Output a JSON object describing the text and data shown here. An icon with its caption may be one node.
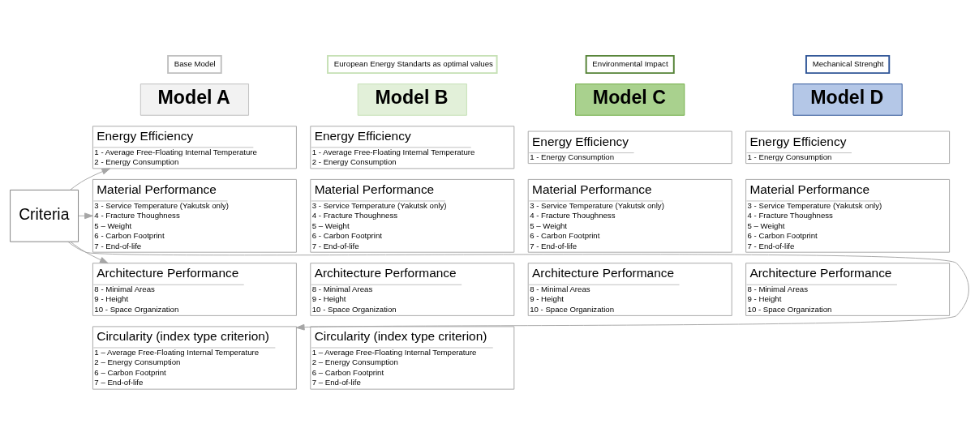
{
  "diagram": {
    "nodes": [
      {
        "text": [
          "Criteria"
        ]
      },
      {
        "text": [
          "Base Model"
        ]
      },
      {
        "text": [
          "Model A"
        ]
      },
      {
        "text": [
          "Energy Efficiency",
          "1 - Average Free-Floating Internal Temperature",
          "2 - Energy Consumption"
        ]
      },
      {
        "text": [
          "Material Performance",
          "3 - Service Temperature (Yakutsk only)",
          "4 - Fracture Thoughness",
          "5 – Weight",
          "6 - Carbon Footprint",
          "7 - End-of-life"
        ]
      },
      {
        "text": [
          "Architecture Performance",
          "8 - Minimal Areas",
          "9 - Height",
          "10 - Space Organization"
        ]
      },
      {
        "text": [
          "Circularity (index type criterion)",
          "1 – Average Free-Floating Internal Temperature",
          "2 – Energy Consumption",
          "6 – Carbon Footprint",
          "7 – End-of-life"
        ]
      },
      {
        "text": [
          "European Energy Standarts as optimal values"
        ]
      },
      {
        "text": [
          "Model B"
        ]
      },
      {
        "text": [
          "Energy Efficiency",
          "1 - Average Free-Floating Internal Temperature",
          "2 - Energy Consumption"
        ]
      },
      {
        "text": [
          "Material Performance",
          "3 - Service Temperature (Yakutsk only)",
          "4 - Fracture Thoughness",
          "5 – Weight",
          "6 - Carbon Footprint",
          "7 - End-of-life"
        ]
      },
      {
        "text": [
          "Architecture Performance",
          "8 - Minimal Areas",
          "9 - Height",
          "10 - Space Organization"
        ]
      },
      {
        "text": [
          "Circularity (index type criterion)",
          "1 – Average Free-Floating Internal Temperature",
          "2 – Energy Consumption",
          "6 – Carbon Footprint",
          "7 – End-of-life"
        ]
      },
      {
        "text": [
          "Environmental Impact"
        ]
      },
      {
        "text": [
          "Model C"
        ]
      },
      {
        "text": [
          "Energy Efficiency",
          "1 - Energy Consumption"
        ]
      },
      {
        "text": [
          "Material Performance",
          "3 - Service Temperature (Yakutsk only)",
          "4 - Fracture Thoughness",
          "5 – Weight",
          "6 - Carbon Footprint",
          "7 - End-of-life"
        ]
      },
      {
        "text": [
          "Architecture Performance",
          "8 - Minimal Areas",
          "9 - Height",
          "10 - Space Organization"
        ]
      },
      {
        "text": [
          "Mechanical Strenght"
        ]
      },
      {
        "text": [
          "Model D"
        ]
      },
      {
        "text": [
          "Energy Efficiency",
          "1 - Energy Consumption"
        ]
      },
      {
        "text": [
          "Material Performance",
          "3 - Service Temperature (Yakutsk only)",
          "4 - Fracture Thoughness",
          "5 – Weight",
          "6 - Carbon Footprint",
          "7 - End-of-life"
        ]
      },
      {
        "text": [
          "Architecture Performance",
          "8 - Minimal Areas",
          "9 - Height",
          "10 - Space Organization"
        ]
      }
    ],
    "edges": [
      {
        "from": 0,
        "to": 3,
        "arrow": "to"
      },
      {
        "from": 0,
        "to": 4,
        "arrow": "to"
      },
      {
        "from": 0,
        "to": 5,
        "arrow": "to"
      },
      {
        "from": 0,
        "to": 6,
        "arrow": "to"
      }
    ]
  }
}
